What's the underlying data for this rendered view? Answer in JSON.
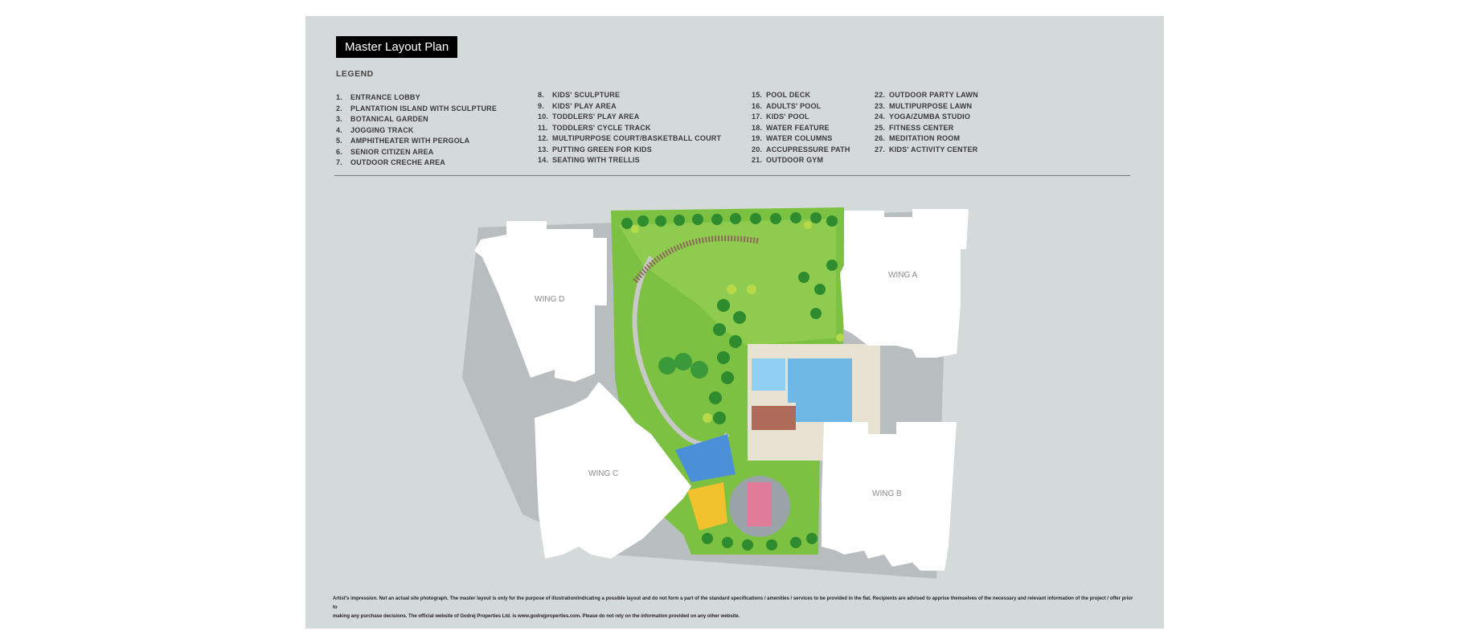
{
  "title": "Master Layout Plan",
  "legend": {
    "heading": "LEGEND",
    "columns": [
      [
        {
          "n": "1.",
          "label": "ENTRANCE LOBBY"
        },
        {
          "n": "2.",
          "label": "PLANTATION ISLAND WITH SCULPTURE"
        },
        {
          "n": "3.",
          "label": "BOTANICAL GARDEN"
        },
        {
          "n": "4.",
          "label": "JOGGING TRACK"
        },
        {
          "n": "5.",
          "label": "AMPHITHEATER WITH PERGOLA"
        },
        {
          "n": "6.",
          "label": "SENIOR CITIZEN AREA"
        },
        {
          "n": "7.",
          "label": "OUTDOOR CRECHE AREA"
        }
      ],
      [
        {
          "n": "8.",
          "label": "KIDS' SCULPTURE"
        },
        {
          "n": "9.",
          "label": "KIDS' PLAY AREA"
        },
        {
          "n": "10.",
          "label": "TODDLERS' PLAY AREA"
        },
        {
          "n": "11.",
          "label": "TODDLERS' CYCLE TRACK"
        },
        {
          "n": "12.",
          "label": "MULTIPURPOSE COURT/BASKETBALL COURT"
        },
        {
          "n": "13.",
          "label": "PUTTING GREEN FOR KIDS"
        },
        {
          "n": "14.",
          "label": "SEATING WITH TRELLIS"
        }
      ],
      [
        {
          "n": "15.",
          "label": "POOL DECK"
        },
        {
          "n": "16.",
          "label": "ADULTS' POOL"
        },
        {
          "n": "17.",
          "label": "KIDS' POOL"
        },
        {
          "n": "18.",
          "label": "WATER FEATURE"
        },
        {
          "n": "19.",
          "label": "WATER COLUMNS"
        },
        {
          "n": "20.",
          "label": "ACCUPRESSURE PATH"
        },
        {
          "n": "21.",
          "label": "OUTDOOR GYM"
        }
      ],
      [
        {
          "n": "22.",
          "label": "OUTDOOR PARTY LAWN"
        },
        {
          "n": "23.",
          "label": "MULTIPURPOSE LAWN"
        },
        {
          "n": "24.",
          "label": "YOGA/ZUMBA STUDIO"
        },
        {
          "n": "25.",
          "label": "FITNESS CENTER"
        },
        {
          "n": "26.",
          "label": "MEDITATION ROOM"
        },
        {
          "n": "27.",
          "label": "KIDS' ACTIVITY CENTER"
        }
      ]
    ]
  },
  "plan": {
    "wings": {
      "a": "WING A",
      "b": "WING B",
      "c": "WING C",
      "d": "WING D"
    }
  },
  "disclaimer": {
    "line1": "Artist's impression. Not an actual site photograph. The master layout is only for the purpose of illustration/indicating a possible layout and do not form a part of the standard specifications / amenities / services to be provided in the flat. Recipients are advised to apprise themselves of the necessary and relevant information of the project / offer prior to",
    "line2": "making any purchase decisions. The official website of Godrej Properties Ltd. is www.godrejproperties.com. Please do not rely on the information provided on any other website."
  },
  "colors": {
    "sheet": "#d4d9d9",
    "building": "#ffffff",
    "shadow": "#b3b8ba",
    "lawn": "#7cc142",
    "lawn_dark": "#3a9a3a",
    "tree": "#2e8b2e",
    "pool": "#6fb8e6",
    "deck": "#e8e2d2",
    "court": "#e07b9a",
    "title_bg": "#000000"
  }
}
